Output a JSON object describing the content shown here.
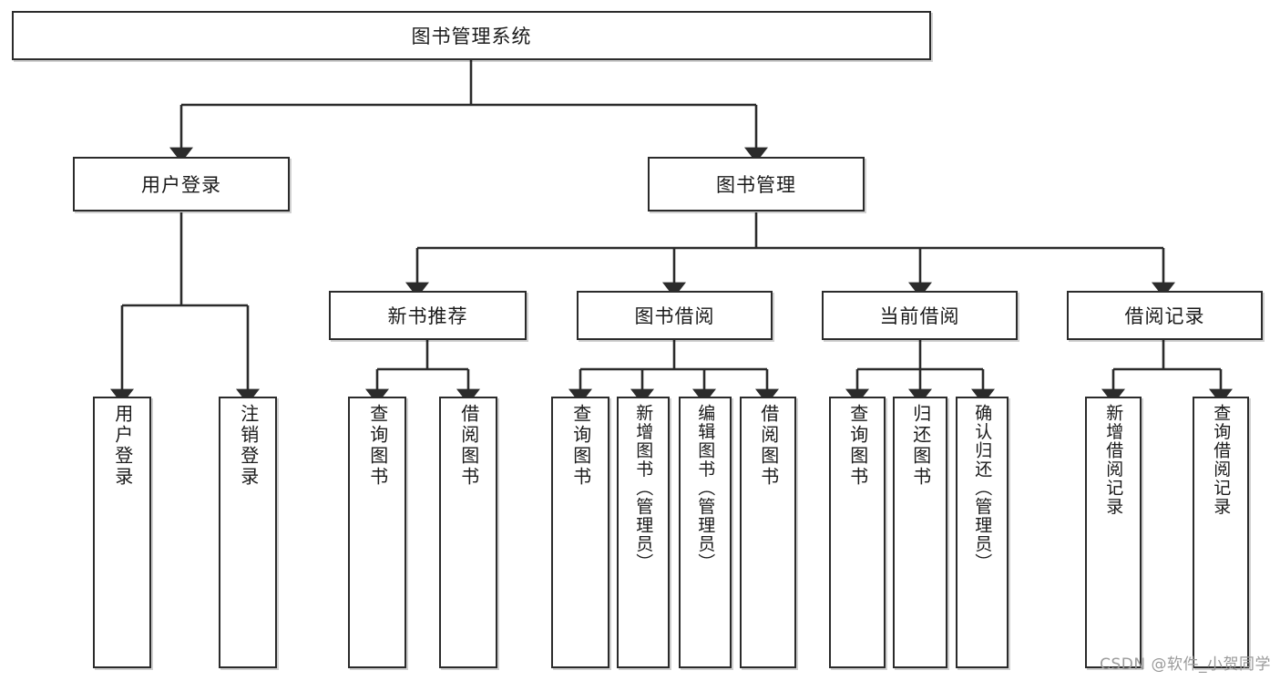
{
  "diagram": {
    "type": "tree",
    "title_node": {
      "label": "图书管理系统"
    },
    "level2": [
      {
        "label": "用户登录"
      },
      {
        "label": "图书管理"
      }
    ],
    "level3": [
      {
        "label": "新书推荐"
      },
      {
        "label": "图书借阅"
      },
      {
        "label": "当前借阅"
      },
      {
        "label": "借阅记录"
      }
    ],
    "leaves": {
      "user_login": [
        {
          "label": "用户登录"
        },
        {
          "label": "注销登录"
        }
      ],
      "new_book_recommend": [
        {
          "label": "查询图书"
        },
        {
          "label": "借阅图书"
        }
      ],
      "book_borrow": [
        {
          "label": "查询图书"
        },
        {
          "label": "新增图书（管理员）"
        },
        {
          "label": "编辑图书（管理员）"
        },
        {
          "label": "借阅图书"
        }
      ],
      "current_borrow": [
        {
          "label": "查询图书"
        },
        {
          "label": "归还图书"
        },
        {
          "label": "确认归还（管理员）"
        }
      ],
      "borrow_records": [
        {
          "label": "新增借阅记录"
        },
        {
          "label": "查询借阅记录"
        }
      ]
    }
  },
  "watermark": {
    "text": "CSDN @软件_小贺同学"
  },
  "colors": {
    "border": "#2b2b2b",
    "background": "#ffffff",
    "text": "#1a1a1a",
    "watermark": "#9a9a9a"
  }
}
